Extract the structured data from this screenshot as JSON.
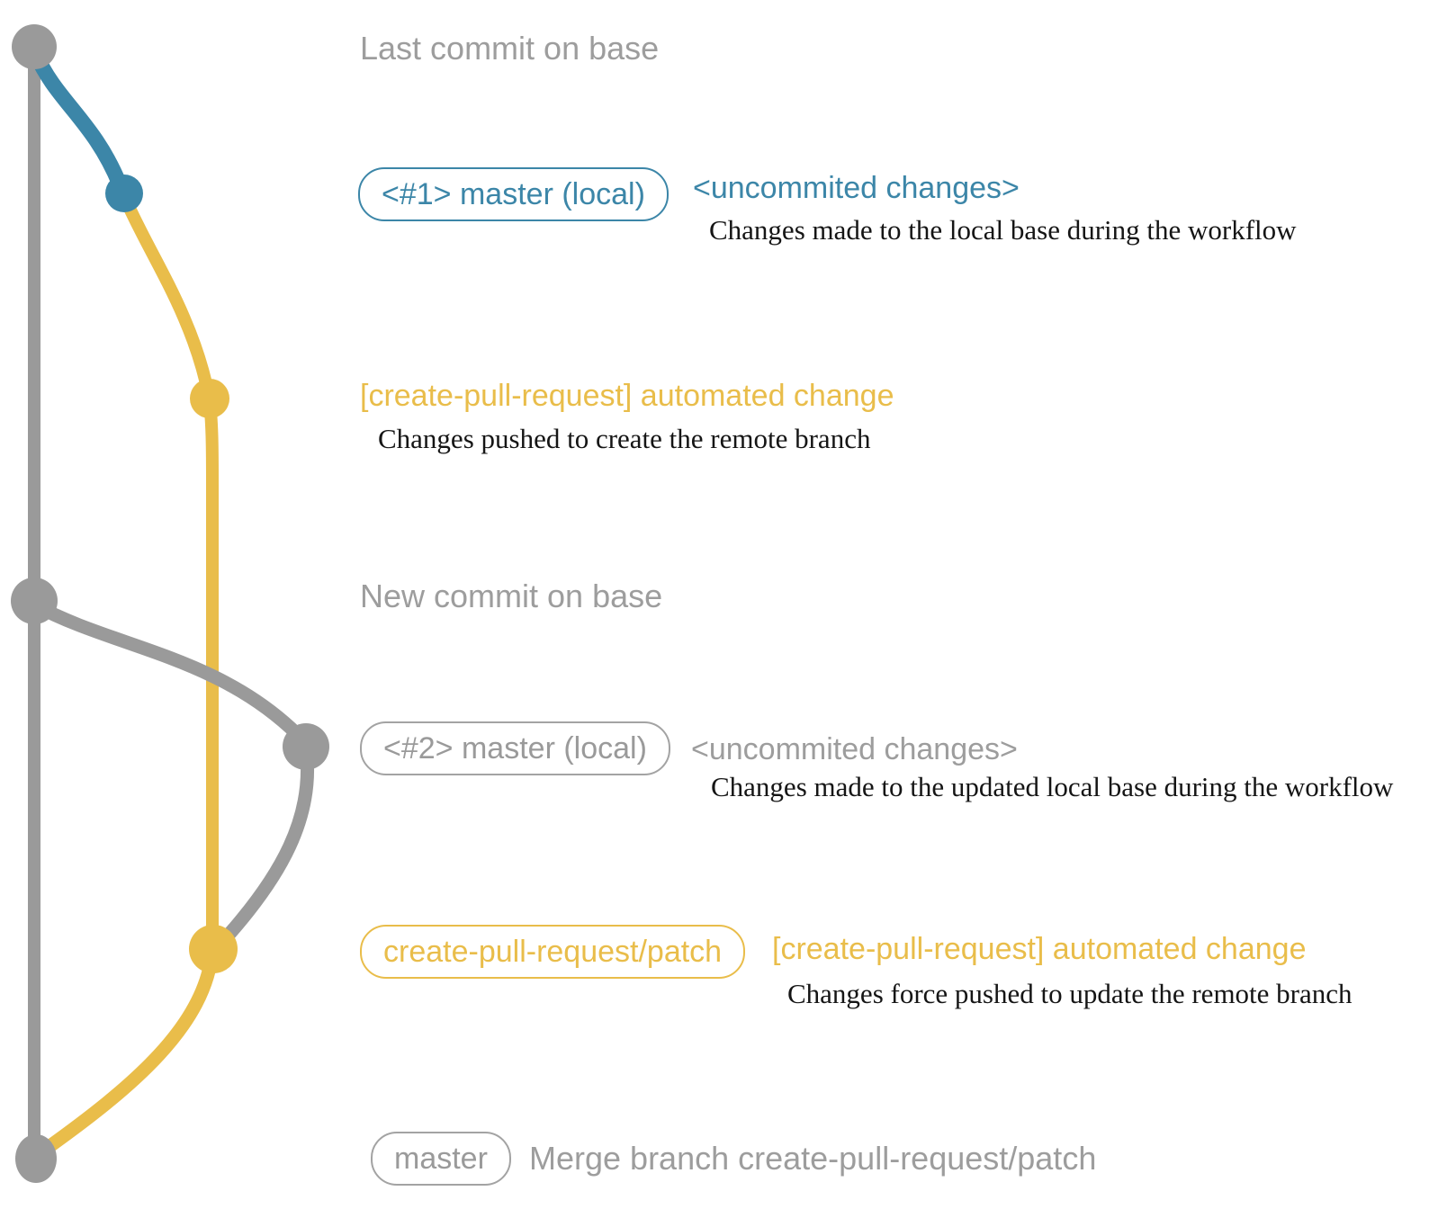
{
  "graph": {
    "colors": {
      "gray": "#9a9a9a",
      "blue": "#3c86a8",
      "yellow": "#e9bd4a",
      "text_gray": "#9d9d9d",
      "description_black": "#151515"
    },
    "nodes": [
      "last-commit-on-base",
      "local-master-commit-1",
      "create-pull-request-commit-1",
      "new-commit-on-base",
      "local-master-commit-2",
      "create-pull-request-commit-2",
      "merge-commit"
    ]
  },
  "rows": {
    "row1": {
      "title": "Last commit on base"
    },
    "row2": {
      "badge": "<#1> master (local)",
      "annotation": "<uncommited changes>",
      "description": "Changes made to the local base during the workflow"
    },
    "row3": {
      "annotation": "[create-pull-request] automated change",
      "description": "Changes pushed to create the remote branch"
    },
    "row4": {
      "title": "New commit on base"
    },
    "row5": {
      "badge": "<#2> master (local)",
      "annotation": "<uncommited changes>",
      "description": "Changes made to the updated local base during the workflow"
    },
    "row6": {
      "badge": "create-pull-request/patch",
      "annotation": "[create-pull-request] automated change",
      "description": "Changes force pushed to update the remote branch"
    },
    "row7": {
      "badge": "master",
      "annotation": "Merge branch create-pull-request/patch"
    }
  }
}
